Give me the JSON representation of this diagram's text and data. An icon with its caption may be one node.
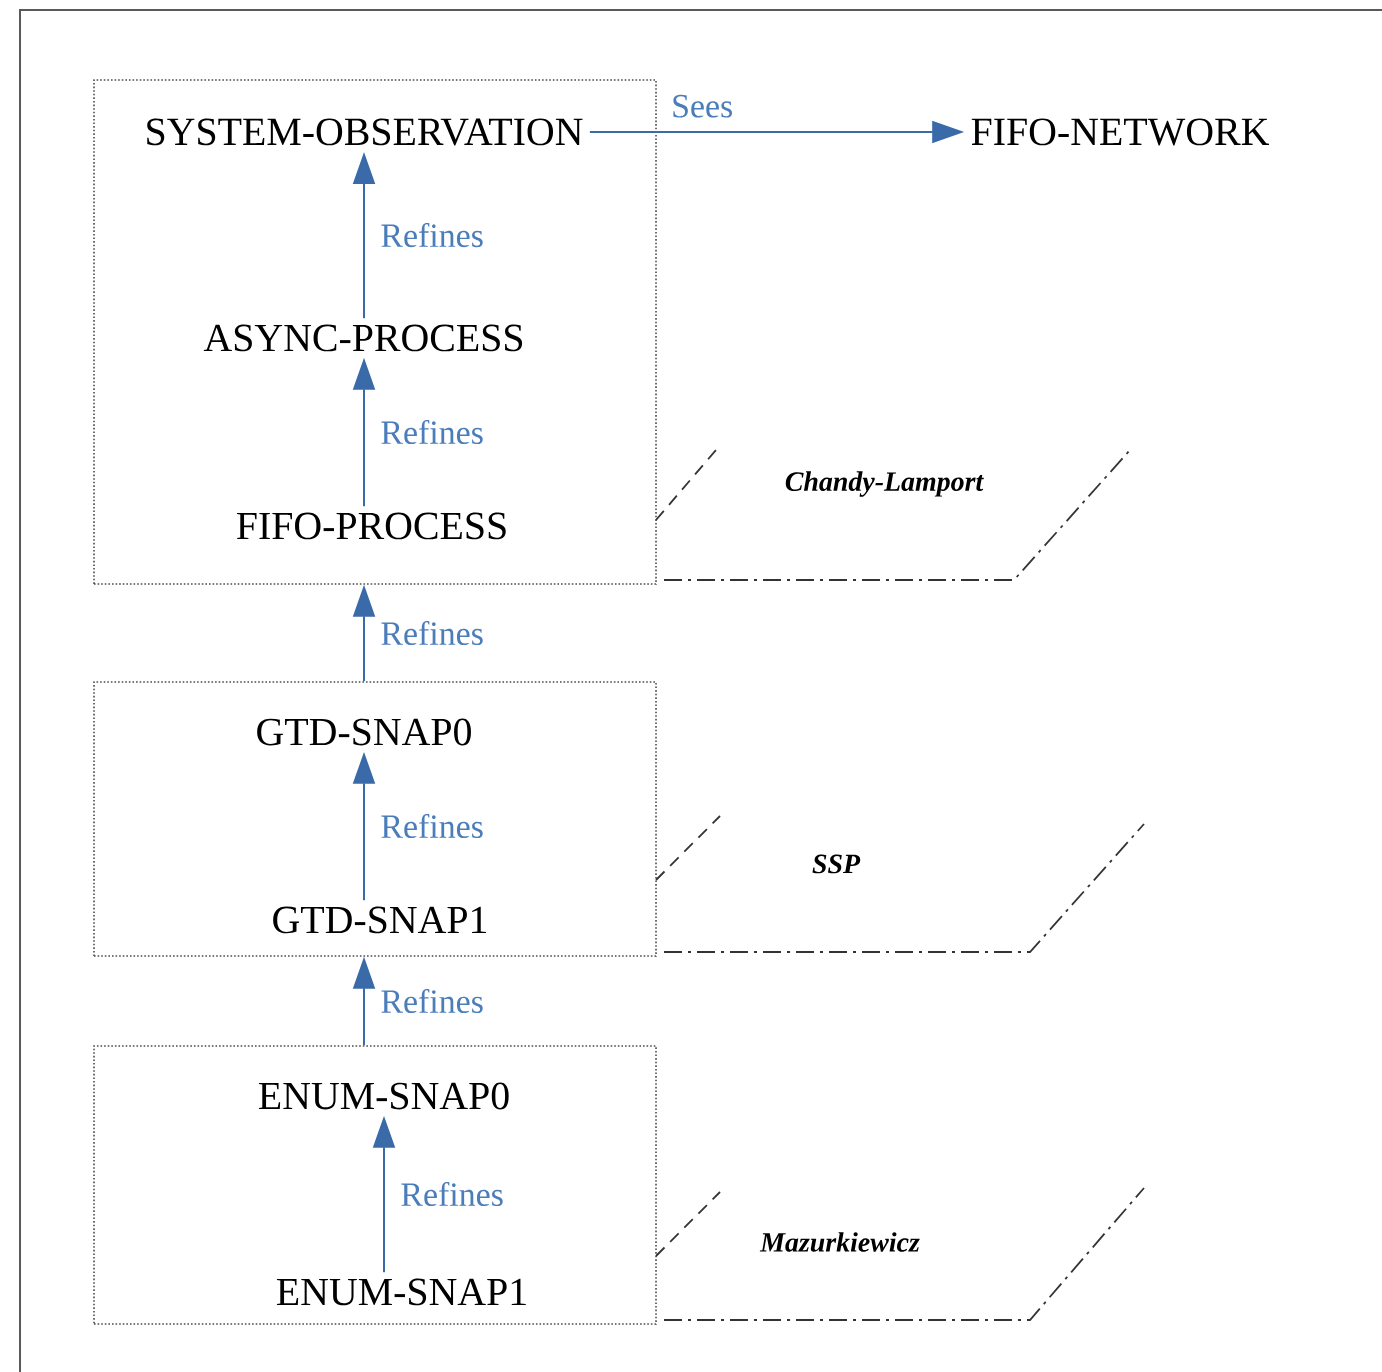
{
  "diagram": {
    "nodes": [
      {
        "text": [],
        "shape": "box"
      },
      {
        "text": [
          "SYSTEM-OBSERVATION"
        ],
        "in": 0
      },
      {
        "text": [
          "ASYNC-PROCESS"
        ],
        "in": 0
      },
      {
        "text": [
          "FIFO-PROCESS"
        ],
        "in": 0
      },
      {
        "text": [
          "FIFO-NETWORK"
        ]
      },
      {
        "text": [
          "Chandy-Lamport"
        ]
      },
      {
        "text": [],
        "shape": "box"
      },
      {
        "text": [
          "GTD-SNAP0"
        ],
        "in": 6
      },
      {
        "text": [
          "GTD-SNAP1"
        ],
        "in": 6
      },
      {
        "text": [
          "SSP"
        ]
      },
      {
        "text": [],
        "shape": "box"
      },
      {
        "text": [
          "ENUM-SNAP0"
        ],
        "in": 10
      },
      {
        "text": [
          "ENUM-SNAP1"
        ],
        "in": 10
      },
      {
        "text": [
          "Mazurkiewicz"
        ]
      }
    ],
    "edges": [
      {
        "from": 1,
        "to": 4,
        "arrow": "to",
        "label": "Sees"
      },
      {
        "from": 2,
        "to": 1,
        "arrow": "to",
        "label": "Refines"
      },
      {
        "from": 3,
        "to": 2,
        "arrow": "to",
        "label": "Refines"
      },
      {
        "from": 6,
        "to": 0,
        "arrow": "to",
        "label": "Refines"
      },
      {
        "from": 8,
        "to": 7,
        "arrow": "to",
        "label": "Refines"
      },
      {
        "from": 10,
        "to": 6,
        "arrow": "to",
        "label": "Refines"
      },
      {
        "from": 12,
        "to": 11,
        "arrow": "to",
        "label": "Refines"
      }
    ]
  }
}
